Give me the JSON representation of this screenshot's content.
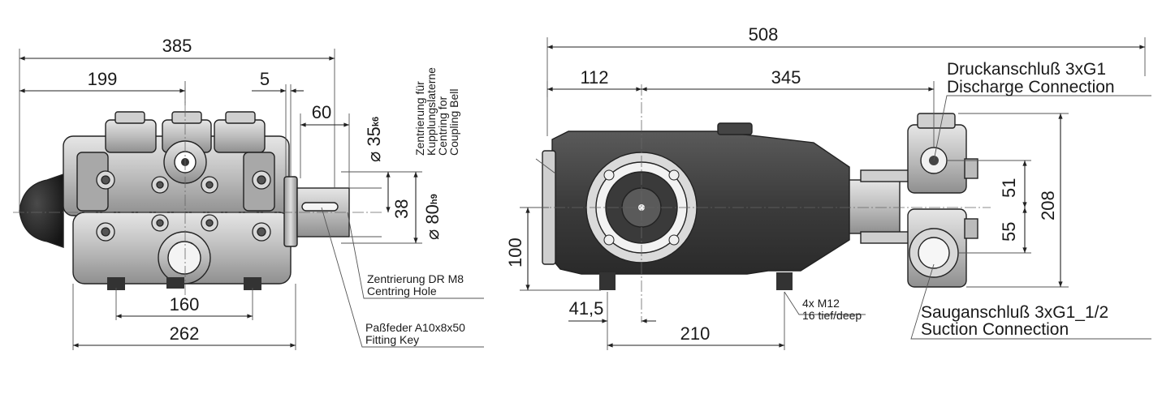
{
  "left_view": {
    "dim_total_width": "385",
    "dim_199": "199",
    "dim_5": "5",
    "dim_60": "60",
    "dim_shaft_dia": "35",
    "dim_shaft_dia_tol": "k6",
    "dim_38": "38",
    "dim_bell_dia": "80",
    "dim_bell_dia_tol": "h9",
    "dim_160": "160",
    "dim_262": "262",
    "label_centring_bell": [
      "Zentrierung für",
      "Kupplungslaterne",
      "Centring for",
      "Coupling Bell"
    ],
    "label_centring_hole_de": "Zentrierung DR M8",
    "label_centring_hole_en": "Centring Hole",
    "label_fitting_key_de": "Paßfeder A10x8x50",
    "label_fitting_key_en": "Fitting Key"
  },
  "right_view": {
    "dim_total_length": "508",
    "dim_112": "112",
    "dim_345": "345",
    "dim_51": "51",
    "dim_55": "55",
    "dim_208": "208",
    "dim_100": "100",
    "dim_41_5": "41,5",
    "dim_210": "210",
    "label_discharge_de": "Druckanschluß 3xG1",
    "label_discharge_en": "Discharge Connection",
    "label_suction_de": "Sauganschluß 3xG1_1/2",
    "label_suction_en": "Suction Connection",
    "label_mounting_1": "4x M12",
    "label_mounting_2": "16 tief/deep"
  }
}
